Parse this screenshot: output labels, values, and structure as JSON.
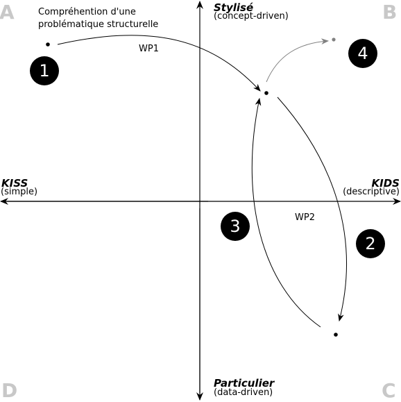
{
  "corners": {
    "a": "A",
    "b": "B",
    "c": "C",
    "d": "D"
  },
  "axes": {
    "top": {
      "title": "Stylisé",
      "subtitle": "(concept-driven)"
    },
    "bottom": {
      "title": "Particulier",
      "subtitle": "(data-driven)"
    },
    "left": {
      "title": "KISS",
      "subtitle": "(simple)"
    },
    "right": {
      "title": "KIDS",
      "subtitle": "(descriptive)"
    }
  },
  "problem_label": {
    "line1": "Compréhention d'une",
    "line2": "problématique structurelle"
  },
  "arrows": {
    "wp1": "WP1",
    "wp2": "WP2"
  },
  "steps": [
    "1",
    "2",
    "3",
    "4"
  ],
  "colors": {
    "corner_letters": "#c8c8c8",
    "badge": "#000000",
    "faded_arrow": "#808080"
  }
}
